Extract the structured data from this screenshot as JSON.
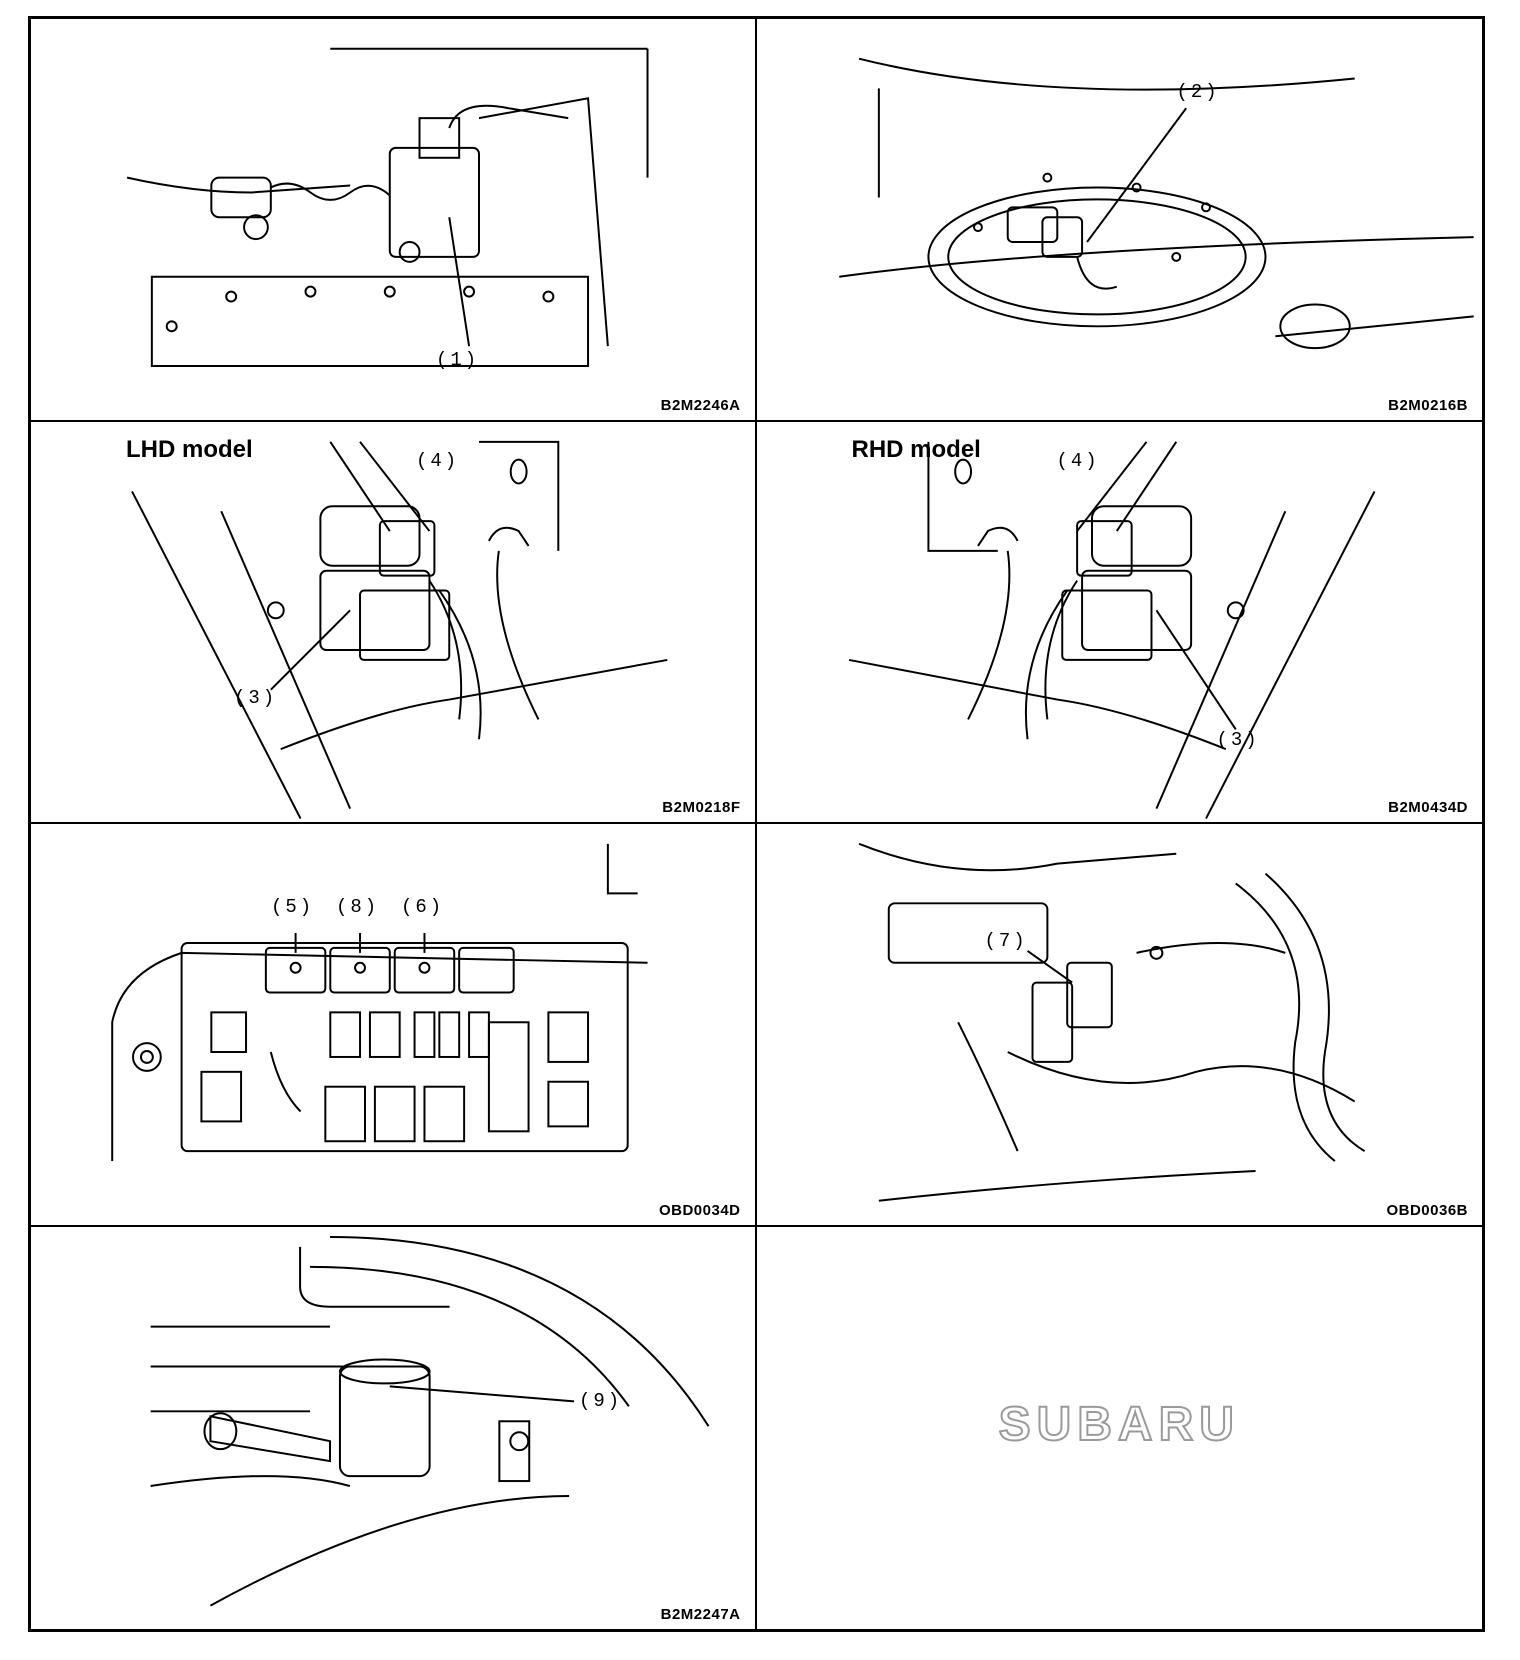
{
  "panels": [
    {
      "code": "B2M2246A",
      "callouts": [
        "(1)"
      ]
    },
    {
      "code": "B2M0216B",
      "callouts": [
        "(2)"
      ]
    },
    {
      "code": "B2M0218F",
      "model": "LHD model",
      "callouts": [
        "(4)",
        "(3)"
      ]
    },
    {
      "code": "B2M0434D",
      "model": "RHD model",
      "callouts": [
        "(4)",
        "(3)"
      ]
    },
    {
      "code": "OBD0034D",
      "callouts": [
        "(5)",
        "(8)",
        "(6)"
      ]
    },
    {
      "code": "OBD0036B",
      "callouts": [
        "(7)"
      ]
    },
    {
      "code": "B2M2247A",
      "callouts": [
        "(9)"
      ]
    },
    {
      "logo": "SUBARU"
    }
  ]
}
